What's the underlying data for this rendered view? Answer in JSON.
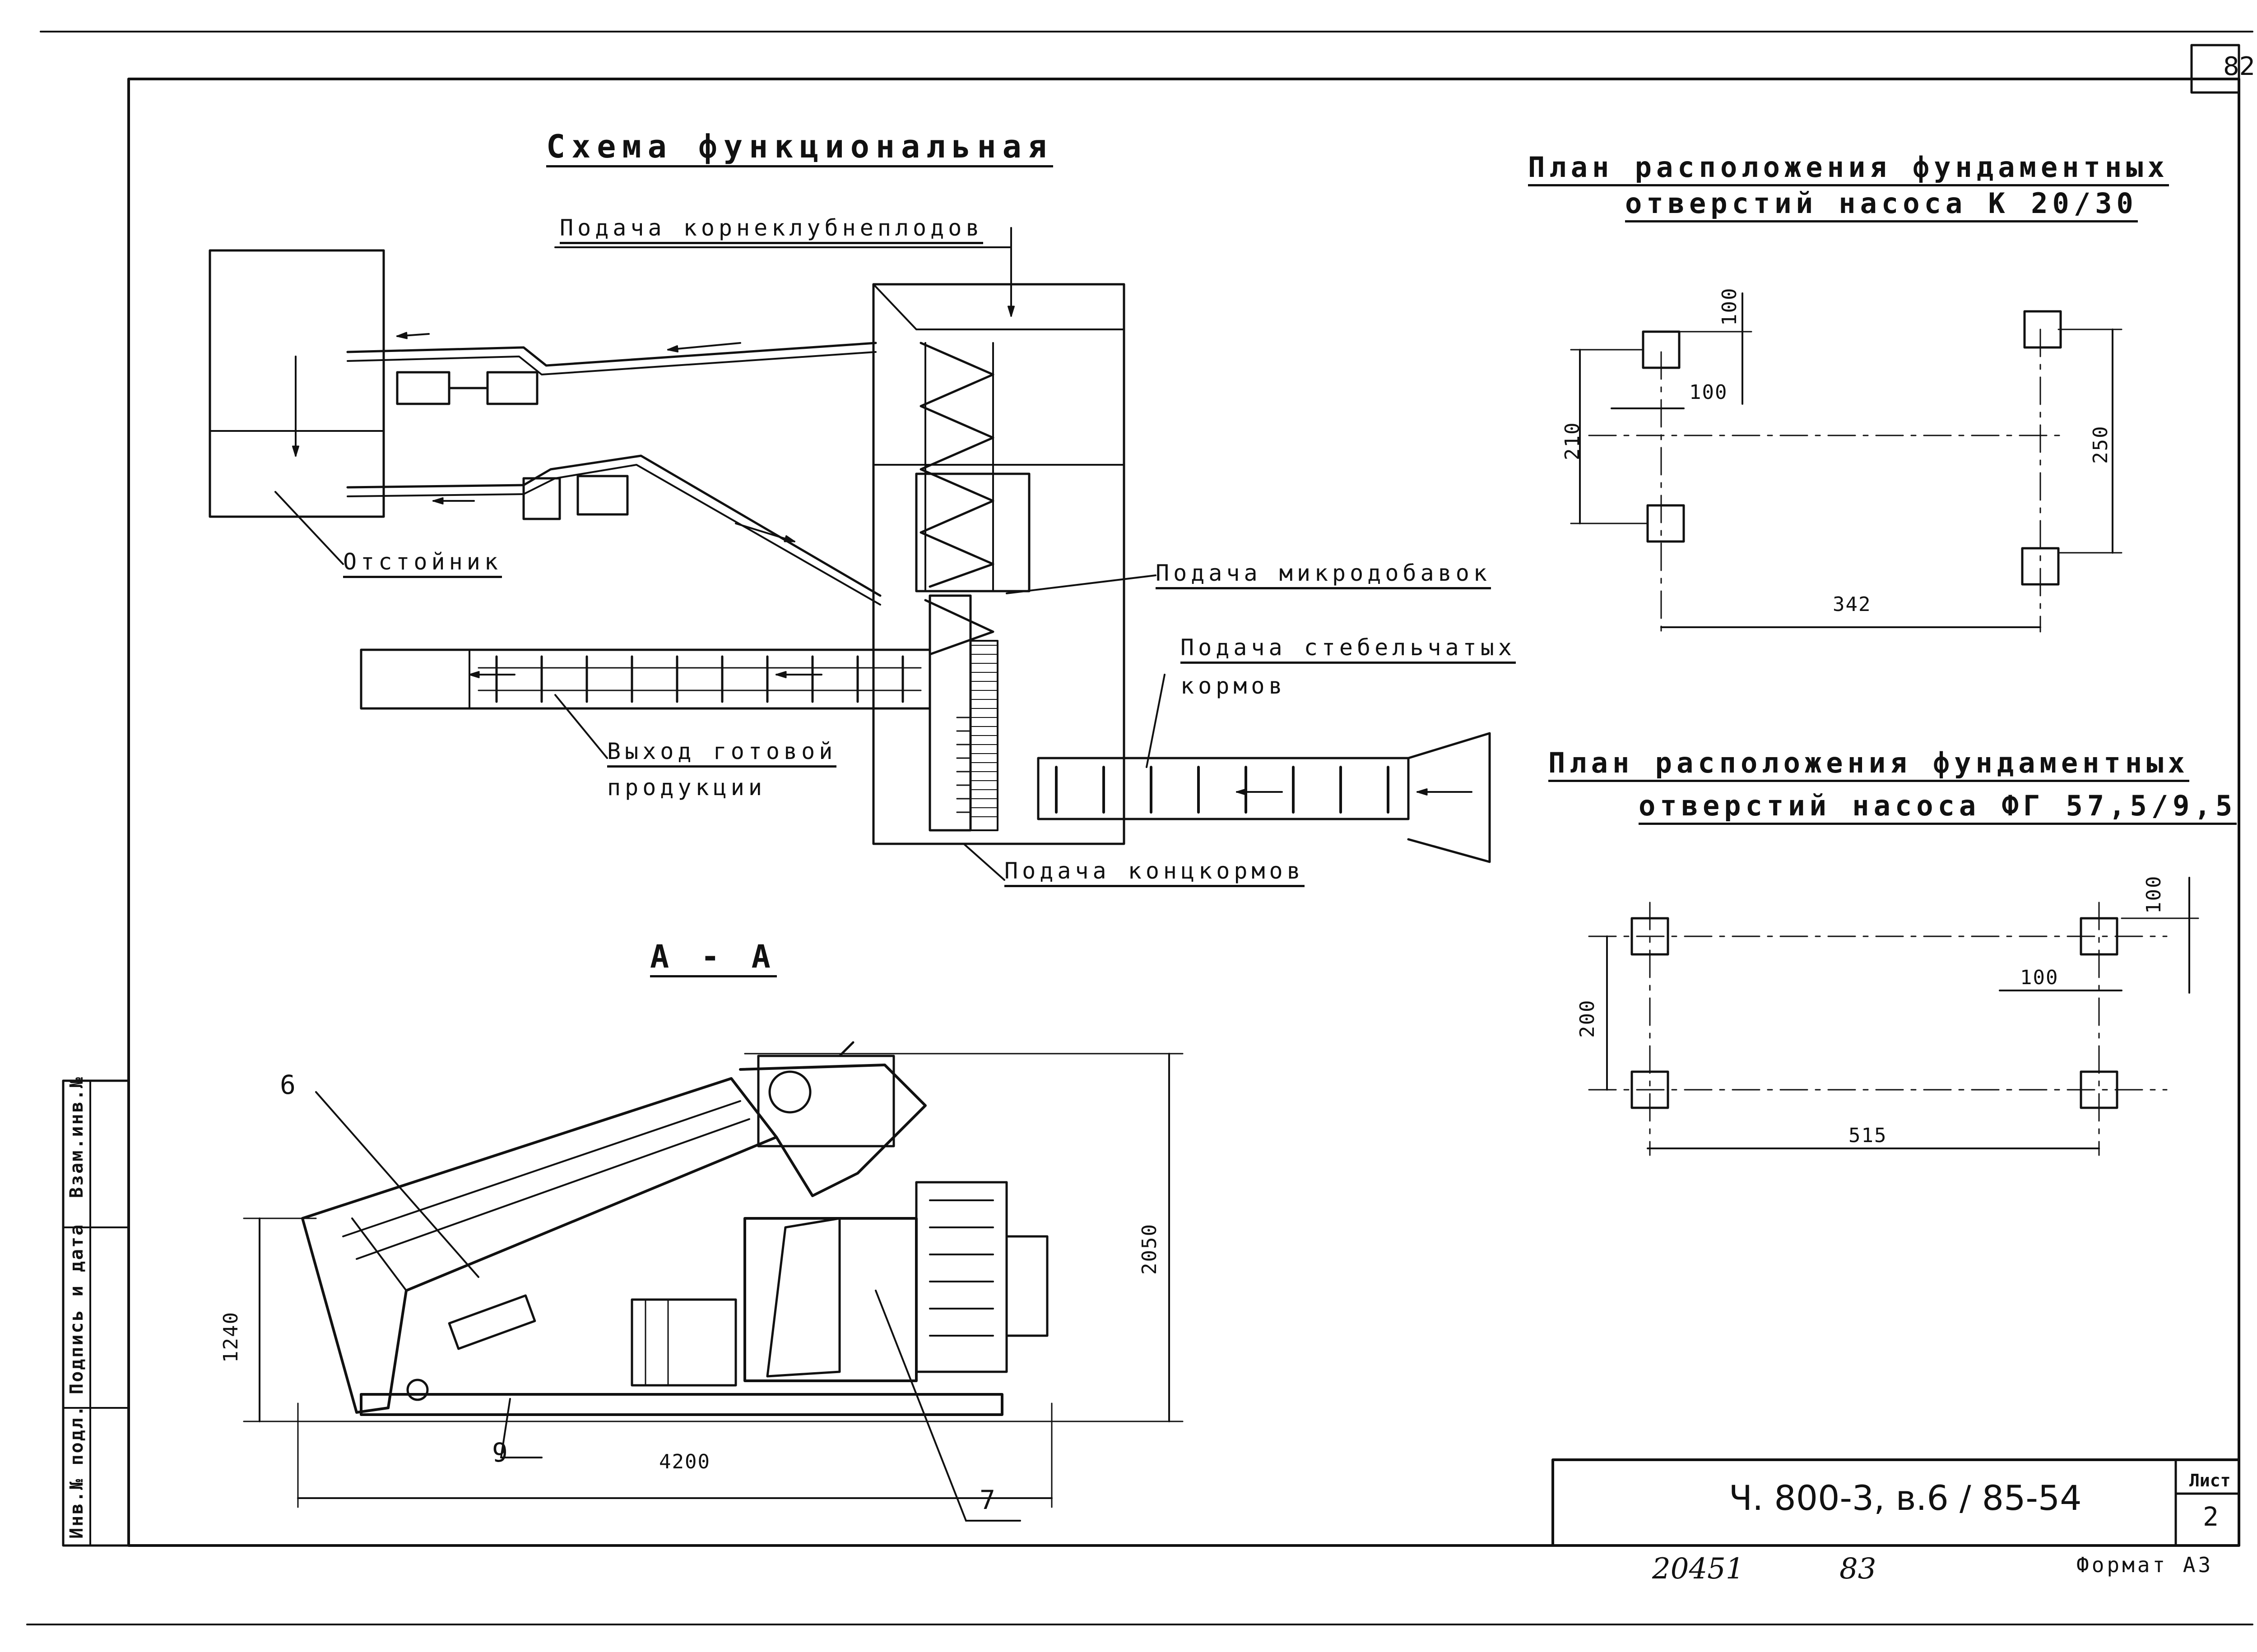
{
  "sheet_number": "82",
  "schema": {
    "title": "Схема функциональная",
    "labels": {
      "roots_supply": "Подача корнеклубнеплодов",
      "settler": "Отстойник",
      "micro_supply": "Подача микродобавок",
      "stem_supply_1": "Подача стебельчатых",
      "stem_supply_2": "кормов",
      "output_1": "Выход готовой",
      "output_2": "продукции",
      "conc_supply": "Подача концкормов"
    }
  },
  "section": {
    "title": "А - А",
    "dims": {
      "width": "4200",
      "height_total": "2050",
      "height_hopper": "1240"
    },
    "callouts": {
      "hopper": "6",
      "frame": "9",
      "pump": "7"
    }
  },
  "plan1": {
    "title_1": "План расположения фундаментных",
    "title_2": "отверстий насоса К 20/30",
    "dims": {
      "hole": "100",
      "offset": "100",
      "left_span": "210",
      "right_span": "250",
      "length": "342"
    }
  },
  "plan2": {
    "title_1": "План расположения фундаментных",
    "title_2": "отверстий насоса ФГ 57,5/9,5",
    "dims": {
      "hole": "100",
      "offset": "100",
      "span": "200",
      "length": "515"
    }
  },
  "side_stamp": {
    "cells": [
      "Инв.№ подл.",
      "Подпись и дата",
      "Взам.инв.№"
    ]
  },
  "title_block": {
    "code": "Ч. 800-3, в.6 / 85-54",
    "sheet_label": "Лист",
    "sheet_value": "2"
  },
  "footer": {
    "number": "20451",
    "page": "83",
    "format": "Формат А3"
  }
}
